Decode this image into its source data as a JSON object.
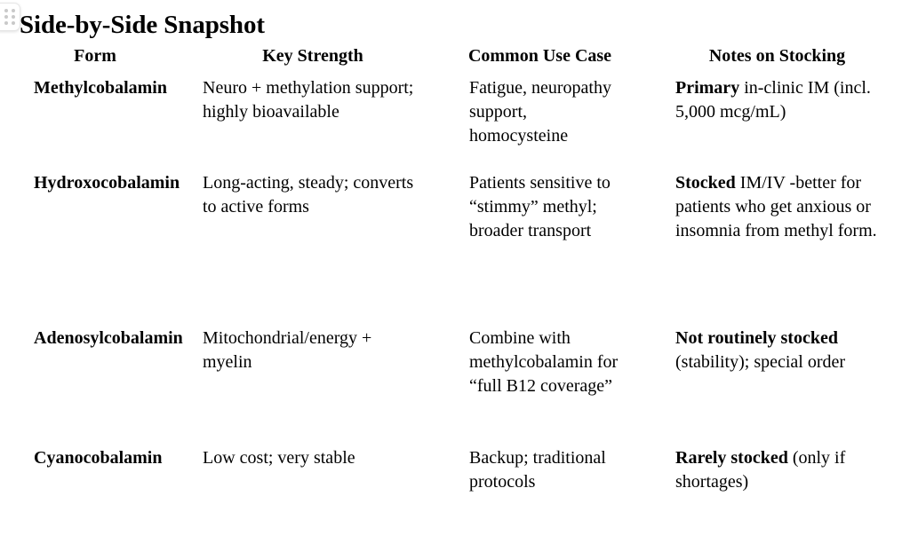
{
  "widget": {
    "drag_handle_name": "drag-handle",
    "dot_count": 6
  },
  "header": {
    "title": "Side-by-Side Snapshot"
  },
  "table": {
    "columns": [
      "Form",
      "Key Strength",
      "Common Use Case",
      "Notes on Stocking"
    ],
    "rows": [
      {
        "form": "Methylcobalamin",
        "strength": "Neuro + methylation support; highly bioavailable",
        "use_case": "Fatigue, neuropathy support, homocysteine",
        "notes_bold": "Primary",
        "notes_rest": " in-clinic IM (incl. 5,000 mcg/mL)"
      },
      {
        "form": "Hydroxocobalamin",
        "strength": "Long-acting, steady; converts to active forms",
        "use_case": "Patients sensitive to “stimmy” methyl; broader transport",
        "notes_bold": "Stocked",
        "notes_rest": " IM/IV -better for patients who get anxious or insomnia from methyl form."
      },
      {
        "form": "Adenosylcobalamin",
        "strength": "Mitochondrial/energy + myelin",
        "use_case": "Combine with methylcobalamin for “full B12 coverage”",
        "notes_bold": "Not routinely stocked",
        "notes_rest": " (stability); special order"
      },
      {
        "form": "Cyanocobalamin",
        "strength": "Low cost; very stable",
        "use_case": "Backup; traditional protocols",
        "notes_bold": "Rarely stocked",
        "notes_rest": " (only if shortages)"
      }
    ]
  },
  "colors": {
    "background": "#ffffff",
    "text": "#000000",
    "handle_dot": "#c9c9c9",
    "handle_border": "#e6e6e6"
  }
}
